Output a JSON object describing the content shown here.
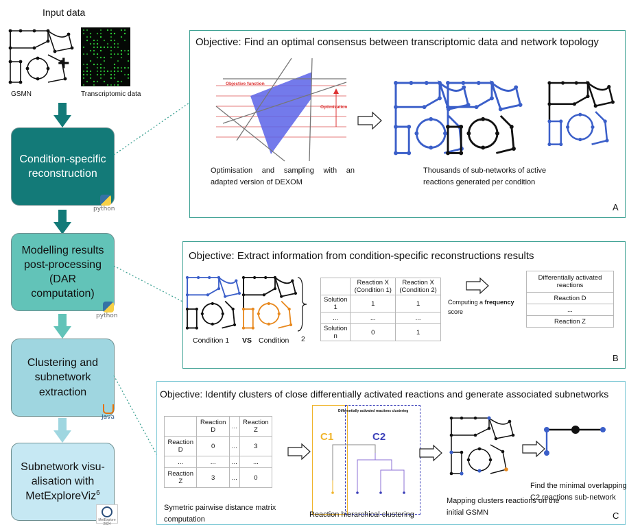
{
  "input": {
    "title": "Input data",
    "gsmn_label": "GSMN",
    "transcriptomic_label": "Transcriptomic data",
    "plus": "+"
  },
  "steps": [
    {
      "id": "reconstruction",
      "label": "Condition-specific reconstruction",
      "fill": "#137a78",
      "text_color": "#ffffff"
    },
    {
      "id": "postprocessing",
      "label": "Modelling results post-processing (DAR computation)",
      "fill": "#62c3b8",
      "text_color": "#111111"
    },
    {
      "id": "clustering",
      "label": "Clustering and subnetwork extraction",
      "fill": "#9fd6e0",
      "text_color": "#111111"
    },
    {
      "id": "visualisation",
      "label": "Subnetwork visu-alisation with MetExploreViz",
      "superscript": "6",
      "fill": "#c6e8f3",
      "text_color": "#111111"
    }
  ],
  "logos": {
    "python": "python",
    "java": "Java",
    "metexplore": "MetExplore 2024"
  },
  "panel_a": {
    "objective": "Objective: Find an optimal consensus between transcriptomic data and network topology",
    "objective_function": "Objective function",
    "optimization": "Optimization",
    "caption_left": "Optimisation and sampling with an adapted version of DEXOM",
    "caption_right": "Thousands of sub-networks of active reactions generated per condition",
    "ellipsis": "...",
    "label": "A"
  },
  "panel_b": {
    "objective": "Objective: Extract information from condition-specific reconstructions results",
    "condition_1": "Condition 1",
    "vs": "VS",
    "condition_2": "Condition",
    "condition_2_num": "2",
    "table": {
      "headers": [
        "",
        "Reaction X (Condition 1)",
        "Reaction X (Condition 2)"
      ],
      "rows": [
        [
          "Solution 1",
          "1",
          "1"
        ],
        [
          "...",
          "...",
          "..."
        ],
        [
          "Solution n",
          "0",
          "1"
        ]
      ]
    },
    "computing_prefix": "Computing a ",
    "computing_bold": "frequency",
    "computing_suffix": "score",
    "dar_table": [
      "Differentially activated reactions",
      "Reaction D",
      "...",
      "Reaction Z"
    ],
    "label": "B"
  },
  "panel_c": {
    "objective": "Objective: Identify clusters of close differentially activated reactions and generate associated subnetworks",
    "matrix": {
      "headers": [
        "",
        "Reaction D",
        "...",
        "Reaction Z"
      ],
      "rows": [
        [
          "Reaction D",
          "0",
          "...",
          "3"
        ],
        [
          "...",
          "...",
          "...",
          "..."
        ],
        [
          "Reaction Z",
          "3",
          "...",
          "0"
        ]
      ]
    },
    "caption_matrix": "Symetric pairwise distance matrix computation",
    "dendro_title": "Differentially activated reactions clustering",
    "c1": "C1",
    "c2": "C2",
    "caption_dendro": "Reaction hierarchical clustering",
    "caption_mapping": "Mapping clusters reactions on the initial GSMN",
    "caption_minimal": "Find the minimal overlapping C2 reactions sub-network",
    "label": "C"
  },
  "colors": {
    "panel_border": "#3fa294",
    "blue_net": "#3b5fc9",
    "orange_net": "#e8891f",
    "c1": "#f0b42a",
    "c2": "#3a3fb8",
    "arrow": "#137a78"
  }
}
